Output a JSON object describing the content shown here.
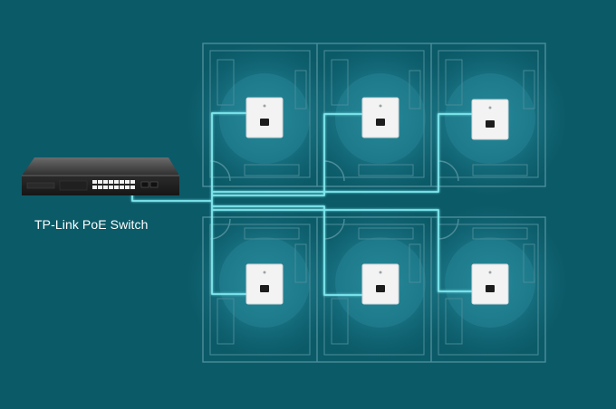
{
  "switch": {
    "label": "TP-Link PoE Switch",
    "name": "poe-switch"
  },
  "access_points": [
    {
      "id": "ap-1",
      "row": "top",
      "col": 1
    },
    {
      "id": "ap-2",
      "row": "top",
      "col": 2
    },
    {
      "id": "ap-3",
      "row": "top",
      "col": 3
    },
    {
      "id": "ap-4",
      "row": "bottom",
      "col": 1
    },
    {
      "id": "ap-5",
      "row": "bottom",
      "col": 2
    },
    {
      "id": "ap-6",
      "row": "bottom",
      "col": 3
    }
  ],
  "colors": {
    "background": "#0b5a68",
    "cable": "#7fe8ee",
    "coverage": "#1e7a8a",
    "floorplan_lines": "#4d8d99",
    "ap_body": "#f3f3f3",
    "switch_body": "#3a3a3a"
  },
  "icons": {
    "ap": "wall-plate-access-point-icon",
    "switch": "network-switch-icon"
  }
}
